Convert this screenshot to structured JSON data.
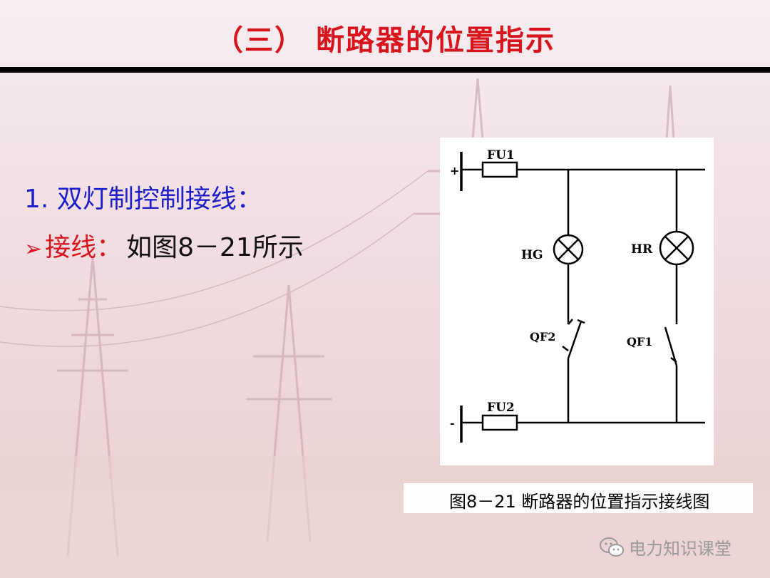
{
  "title": "（三）  断路器的位置指示",
  "heading": "1. 双灯制控制接线：",
  "bullet": {
    "label": "接线：",
    "text": "如图8－21所示"
  },
  "diagram": {
    "fuse_top": "FU1",
    "fuse_bottom": "FU2",
    "plus": "+",
    "minus": "-",
    "lamp_green": "HG",
    "lamp_red": "HR",
    "switch_left": "QF2",
    "switch_right": "QF1"
  },
  "caption": "图8－21  断路器的位置指示接线图",
  "watermark": "电力知识课堂",
  "colors": {
    "title": "#d8141c",
    "heading": "#1f1fc9",
    "bullet_label": "#d8141c"
  }
}
